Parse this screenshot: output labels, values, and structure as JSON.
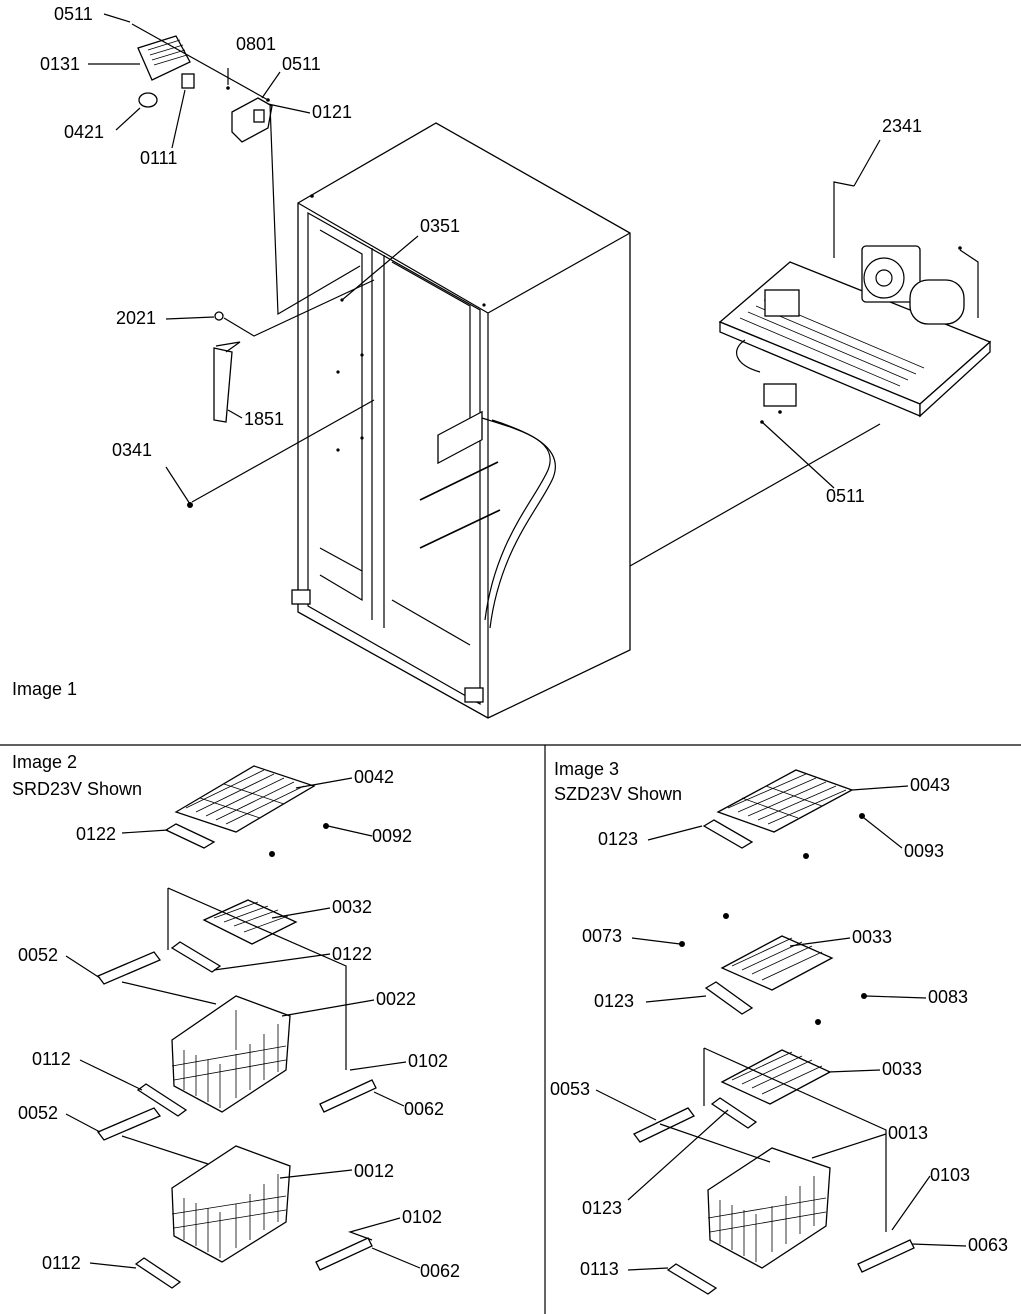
{
  "captions": {
    "image1": "Image 1",
    "image2_title": "Image 2",
    "image2_sub": "SRD23V Shown",
    "image3_title": "Image 3",
    "image3_sub": "SZD23V Shown"
  },
  "callouts": {
    "img1": {
      "c0511a": "0511",
      "c0131": "0131",
      "c0801": "0801",
      "c0511b": "0511",
      "c0121": "0121",
      "c0421": "0421",
      "c0111": "0111",
      "c2341": "2341",
      "c0351": "0351",
      "c2021": "2021",
      "c1851": "1851",
      "c0341": "0341",
      "c0511c": "0511"
    },
    "img2": {
      "c0042": "0042",
      "c0122a": "0122",
      "c0092": "0092",
      "c0032": "0032",
      "c0052a": "0052",
      "c0122b": "0122",
      "c0022": "0022",
      "c0102a": "0102",
      "c0112a": "0112",
      "c0062a": "0062",
      "c0052b": "0052",
      "c0012": "0012",
      "c0102b": "0102",
      "c0112b": "0112",
      "c0062b": "0062"
    },
    "img3": {
      "c0043": "0043",
      "c0123a": "0123",
      "c0093": "0093",
      "c0073": "0073",
      "c0033a": "0033",
      "c0123b": "0123",
      "c0083": "0083",
      "c0053": "0053",
      "c0033b": "0033",
      "c0013": "0013",
      "c0123c": "0123",
      "c0103": "0103",
      "c0063": "0063",
      "c0113": "0113"
    }
  }
}
